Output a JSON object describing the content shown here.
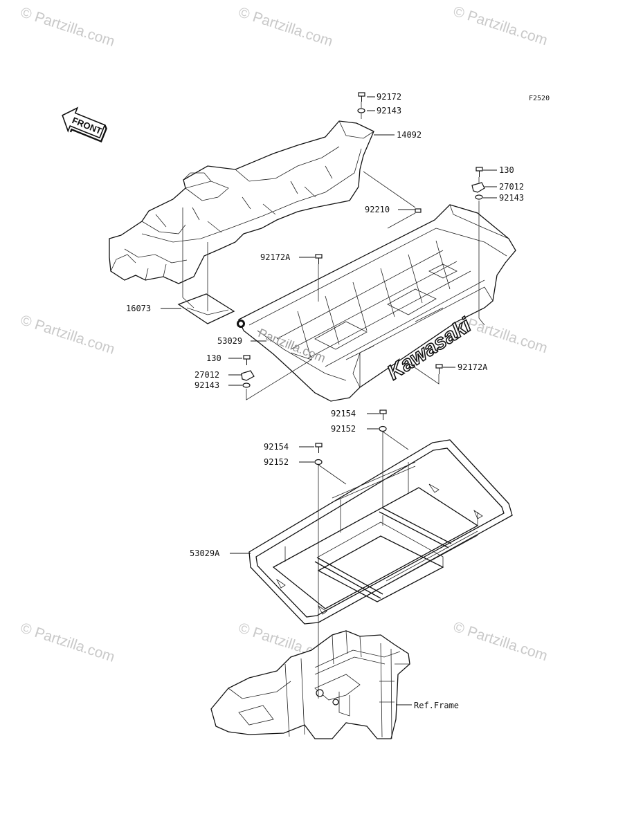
{
  "diagram_code": "F2520",
  "front_arrow": "FRONT",
  "brand_text": "Kawasaki",
  "watermark": "© Partzilla.com",
  "watermark_center": "Partzilla.com",
  "parts": [
    {
      "id": "p-92172-top",
      "label": "92172"
    },
    {
      "id": "p-92143-top",
      "label": "92143"
    },
    {
      "id": "p-14092",
      "label": "14092"
    },
    {
      "id": "p-130-right",
      "label": "130"
    },
    {
      "id": "p-27012-right",
      "label": "27012"
    },
    {
      "id": "p-92143-right",
      "label": "92143"
    },
    {
      "id": "p-92210",
      "label": "92210"
    },
    {
      "id": "p-92172a-left",
      "label": "92172A"
    },
    {
      "id": "p-16073",
      "label": "16073"
    },
    {
      "id": "p-53029",
      "label": "53029"
    },
    {
      "id": "p-130-left",
      "label": "130"
    },
    {
      "id": "p-27012-left",
      "label": "27012"
    },
    {
      "id": "p-92143-left",
      "label": "92143"
    },
    {
      "id": "p-92172a-right",
      "label": "92172A"
    },
    {
      "id": "p-92154-right",
      "label": "92154"
    },
    {
      "id": "p-92152-right",
      "label": "92152"
    },
    {
      "id": "p-92154-left",
      "label": "92154"
    },
    {
      "id": "p-92152-left",
      "label": "92152"
    },
    {
      "id": "p-53029a",
      "label": "53029A"
    },
    {
      "id": "p-ref-frame",
      "label": "Ref.Frame"
    }
  ]
}
